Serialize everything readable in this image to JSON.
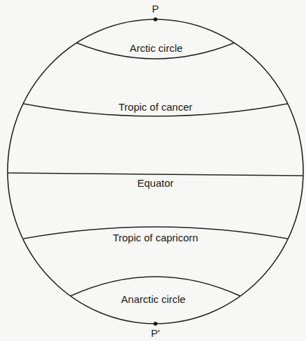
{
  "diagram": {
    "labels": [
      "P",
      "Arctic circle",
      "Tropic of cancer",
      "Equator",
      "Tropic of capricorn",
      "Anarctic circle",
      "P'"
    ]
  }
}
